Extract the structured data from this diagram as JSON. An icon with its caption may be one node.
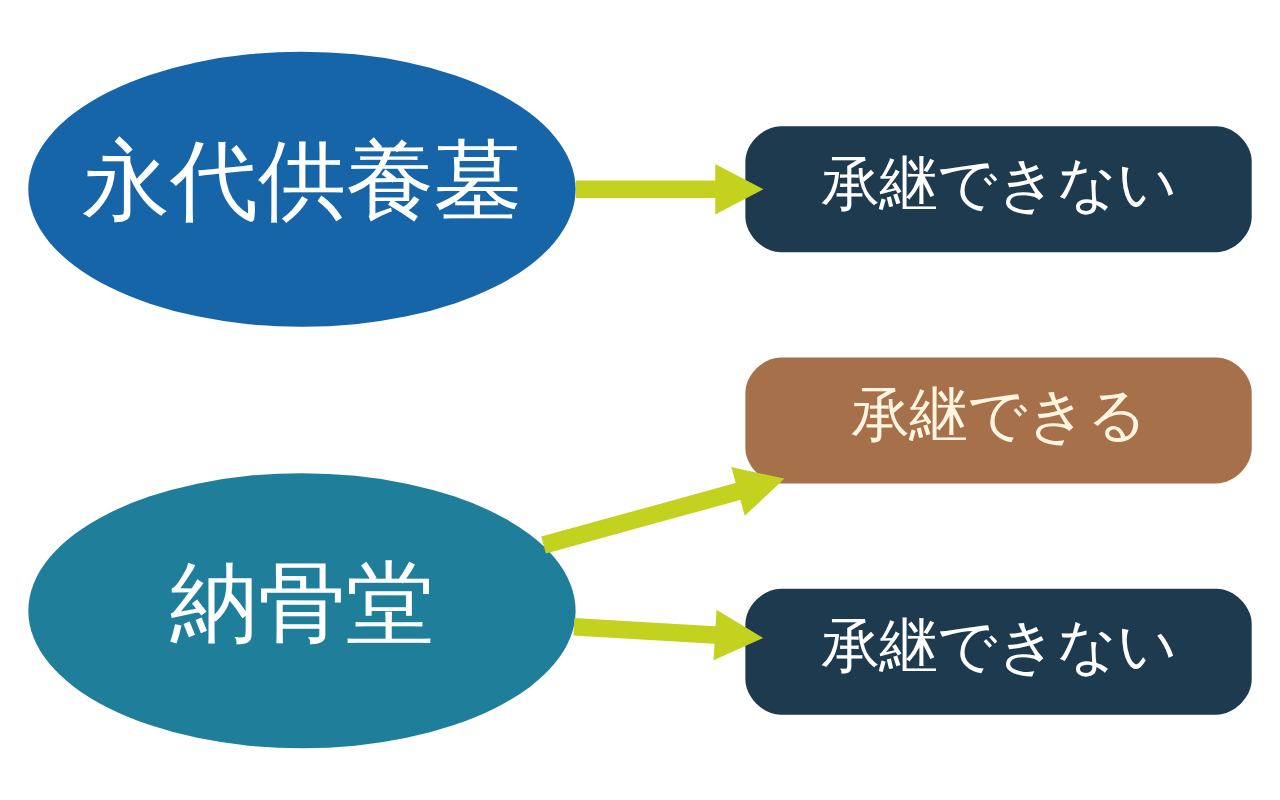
{
  "diagram": {
    "nodes": [
      {
        "text": [
          "納骨堂"
        ]
      },
      {
        "text": [
          "承継できる"
        ]
      },
      {
        "text": [
          "承継できない"
        ]
      },
      {
        "text": [
          "永代供養墓"
        ]
      },
      {
        "text": [
          "承継できない"
        ]
      }
    ],
    "edges": [
      {
        "from": 0,
        "to": 1,
        "arrow": "to"
      },
      {
        "from": 0,
        "to": 2,
        "arrow": "to"
      },
      {
        "from": 3,
        "to": 4,
        "arrow": "to"
      }
    ]
  }
}
